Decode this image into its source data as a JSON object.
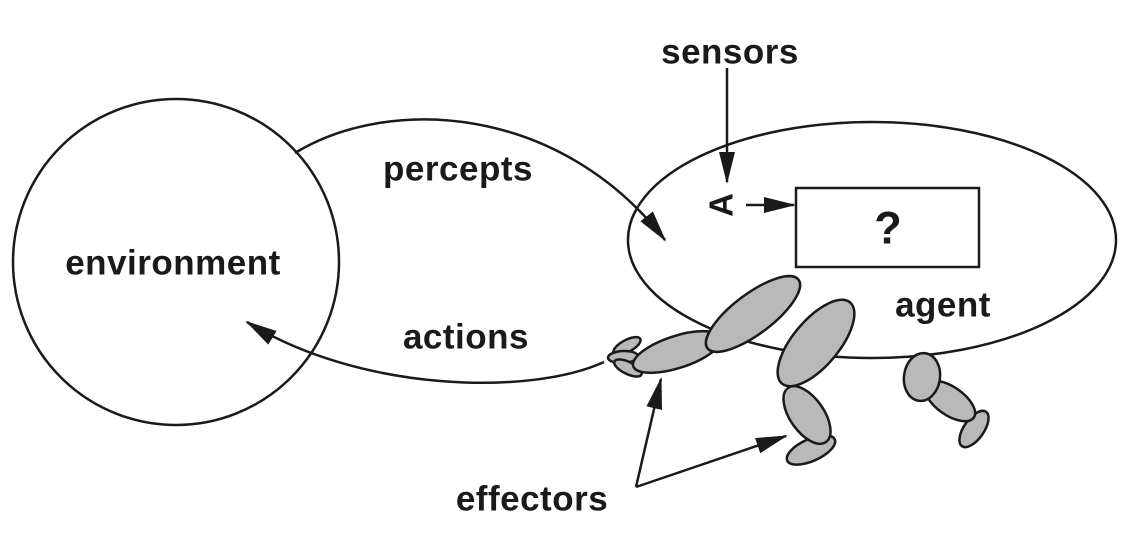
{
  "diagram": {
    "title": "agent-environment-diagram",
    "labels": {
      "environment": "environment",
      "agent": "agent",
      "sensors": "sensors",
      "percepts": "percepts",
      "actions": "actions",
      "effectors": "effectors",
      "program_box": "?"
    },
    "icons": {
      "sensor_eye_glyph": "A"
    },
    "colors": {
      "ink": "#1a1a1a",
      "limb_fill": "#b9b9b9",
      "background": "#ffffff"
    }
  }
}
